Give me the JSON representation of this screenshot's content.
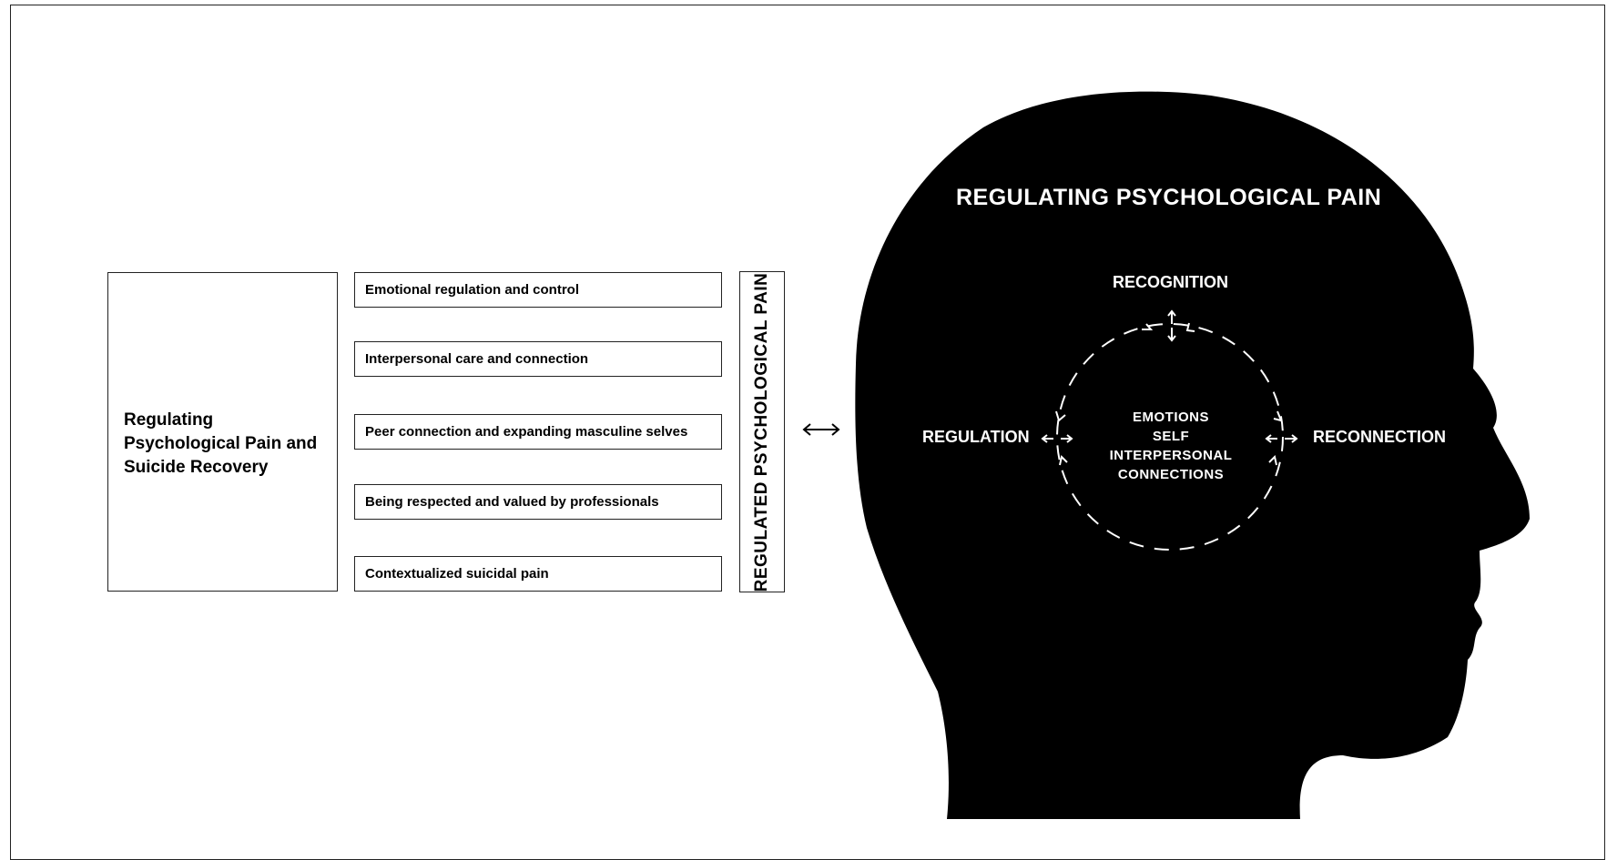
{
  "left": {
    "main_label": "Regulating Psychological Pain and Suicide Recovery",
    "sub_items": [
      "Emotional regulation and control",
      "Interpersonal care and connection",
      "Peer connection and expanding masculine selves",
      "Being respected and valued by professionals",
      "Contextualized suicidal pain"
    ],
    "outcome_label": "REGULATED PSYCHOLOGICAL PAIN"
  },
  "head": {
    "title": "REGULATING PSYCHOLOGICAL PAIN",
    "top_label": "RECOGNITION",
    "left_label": "REGULATION",
    "right_label": "RECONNECTION",
    "center_lines": [
      "EMOTIONS",
      "SELF",
      "INTERPERSONAL",
      "CONNECTIONS"
    ]
  },
  "colors": {
    "head_fill": "#000000",
    "text_on_head": "#ffffff",
    "box_border": "#222222"
  }
}
